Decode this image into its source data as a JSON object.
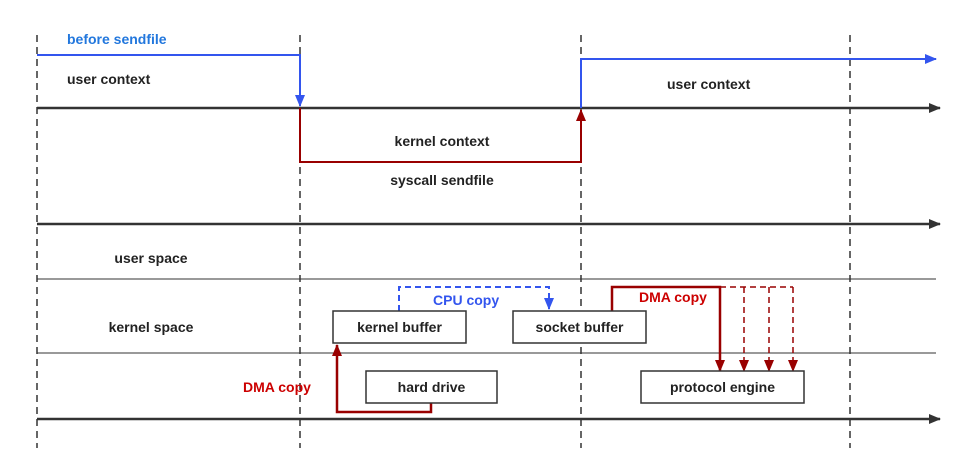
{
  "colors": {
    "axis": "#333333",
    "before_flow": "#3355ee",
    "kernel_flow": "#990000",
    "cpu_copy": "#3355ee",
    "dma_copy": "#990000",
    "title_blue": "#2277dd",
    "dma_label": "#cc0000",
    "box_border": "#333333",
    "text": "#222222"
  },
  "labels": {
    "before_sendfile": "before sendfile",
    "user_context_left": "user context",
    "user_context_right": "user context",
    "kernel_context": "kernel context",
    "syscall_sendfile": "syscall sendfile",
    "user_space": "user space",
    "kernel_space": "kernel space",
    "cpu_copy": "CPU copy",
    "dma_copy_top": "DMA copy",
    "dma_copy_bottom": "DMA copy"
  },
  "boxes": {
    "kernel_buffer": "kernel buffer",
    "socket_buffer": "socket buffer",
    "hard_drive": "hard drive",
    "protocol_engine": "protocol engine"
  }
}
